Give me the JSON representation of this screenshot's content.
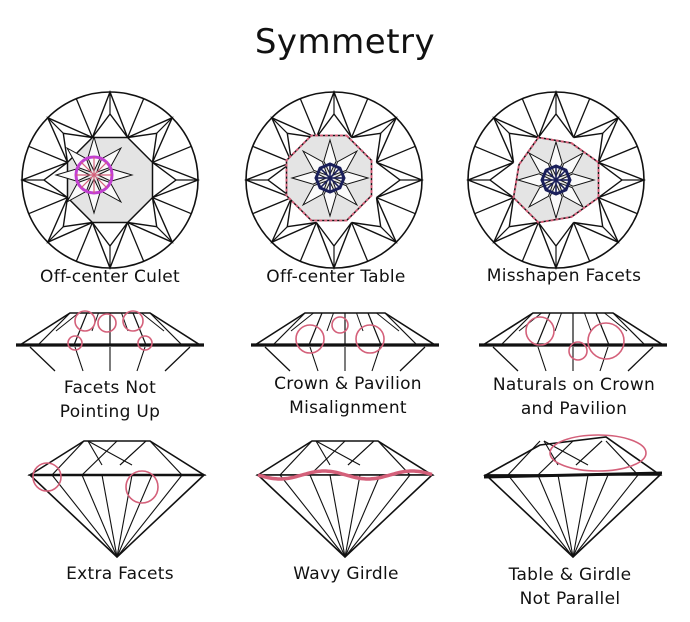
{
  "title": "Symmetry",
  "diagrams": [
    {
      "id": "off-center-culet",
      "kind": "top",
      "caption": [
        "Off-center Culet"
      ]
    },
    {
      "id": "off-center-table",
      "kind": "top",
      "caption": [
        "Off-center Table"
      ]
    },
    {
      "id": "misshapen-facets",
      "kind": "top",
      "caption": [
        "Misshapen Facets"
      ]
    },
    {
      "id": "facets-not-pointing-up",
      "kind": "side",
      "caption": [
        "Facets Not",
        "Pointing Up"
      ]
    },
    {
      "id": "crown-pavilion-misalignment",
      "kind": "side",
      "caption": [
        "Crown & Pavilion",
        "Misalignment"
      ]
    },
    {
      "id": "naturals-on-crown-and-pavilion",
      "kind": "side",
      "caption": [
        "Naturals on Crown",
        "and Pavilion"
      ]
    },
    {
      "id": "extra-facets",
      "kind": "profile",
      "caption": [
        "Extra Facets"
      ]
    },
    {
      "id": "wavy-girdle",
      "kind": "profile",
      "caption": [
        "Wavy Girdle"
      ]
    },
    {
      "id": "table-girdle-not-parallel",
      "kind": "profile",
      "caption": [
        "Table & Girdle",
        "Not Parallel"
      ]
    }
  ],
  "colors": {
    "line": "#111111",
    "highlight": "#d4607a",
    "culet": "#c23fd0",
    "dark": "#1a1f5a",
    "fill": "#e4e4e4"
  }
}
